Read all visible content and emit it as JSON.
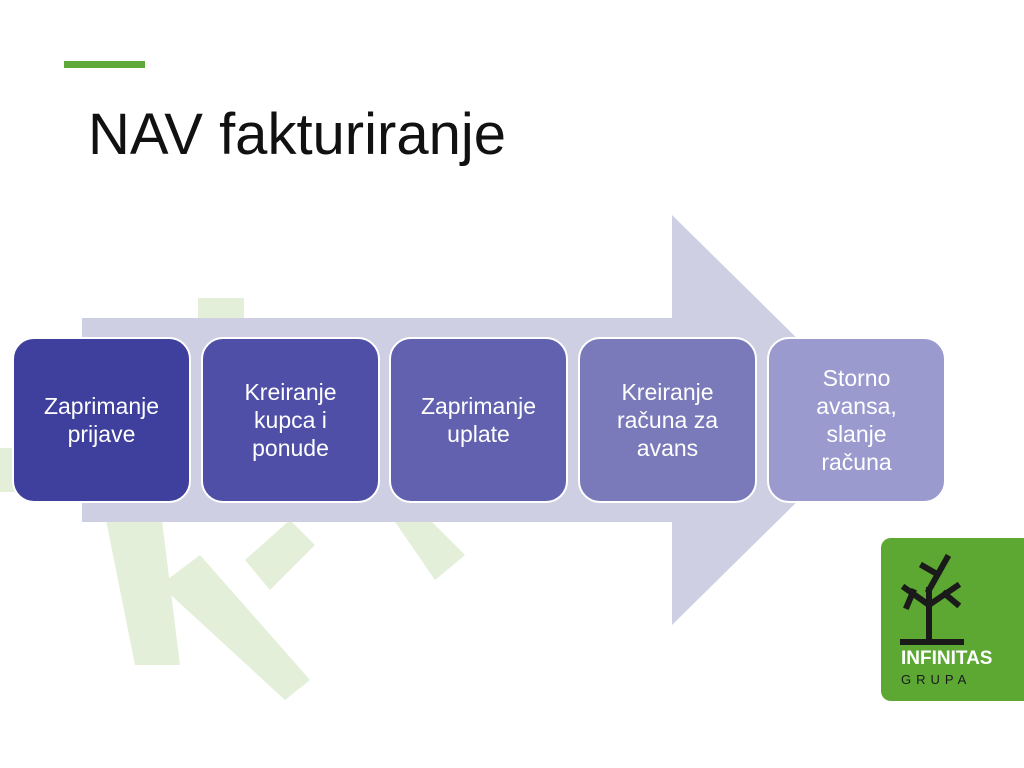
{
  "slide": {
    "title": "NAV fakturiranje"
  },
  "process": {
    "steps": [
      {
        "label": "Zaprimanje\nprijave",
        "color": "#3f3f9e"
      },
      {
        "label": "Kreiranje\nkupca i\nponude",
        "color": "#4f4fa8"
      },
      {
        "label": "Zaprimanje\nuplate",
        "color": "#6161b0"
      },
      {
        "label": "Kreiranje\nračuna za\navans",
        "color": "#7a7abb"
      },
      {
        "label": "Storno\navansa,\nslanje\nračuna",
        "color": "#9a9acf"
      }
    ],
    "arrow_color": "#cfcfe3"
  },
  "logo": {
    "name": "INFINITAS",
    "sub": "GRUPA",
    "background": "#5ca832"
  },
  "colors": {
    "accent": "#5fa83a",
    "watermark": "#e3efd9"
  }
}
